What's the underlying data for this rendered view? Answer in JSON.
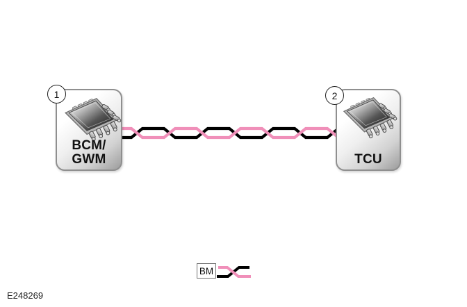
{
  "figure_id": "E248269",
  "modules": [
    {
      "badge": "1",
      "label_lines": [
        "BCM/",
        "GWM"
      ]
    },
    {
      "badge": "2",
      "label_lines": [
        "TCU"
      ]
    }
  ],
  "legend": {
    "bus_code": "BM"
  },
  "colors": {
    "wire_black": "#000000",
    "wire_pink": "#F08FB9"
  }
}
